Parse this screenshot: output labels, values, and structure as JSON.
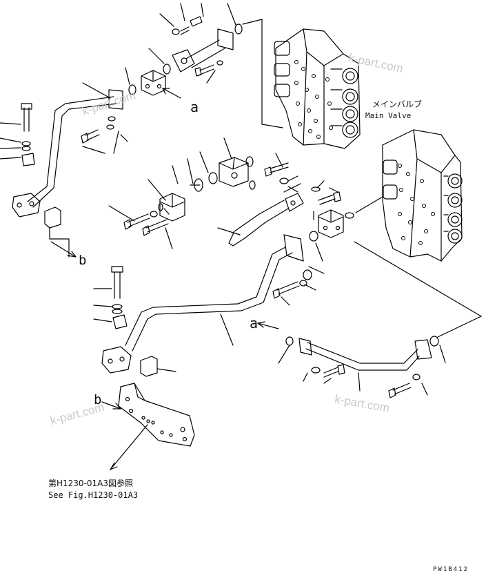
{
  "labels": {
    "main_valve_jp": "メインバルブ",
    "main_valve_en": "Main Valve",
    "ref_a_top": "a",
    "ref_a_mid": "a",
    "ref_b_left": "b",
    "ref_b_bottom": "b",
    "see_fig_jp": "第H1230-01A3図参照",
    "see_fig_en": "See Fig.H1230-01A3",
    "drawing_code": "PW1B412"
  },
  "watermarks": [
    "k-part.com",
    "k-part.com",
    "k-part.com",
    "k-part.com"
  ],
  "colors": {
    "line": "#000000",
    "watermark": "#c9c9c9"
  }
}
